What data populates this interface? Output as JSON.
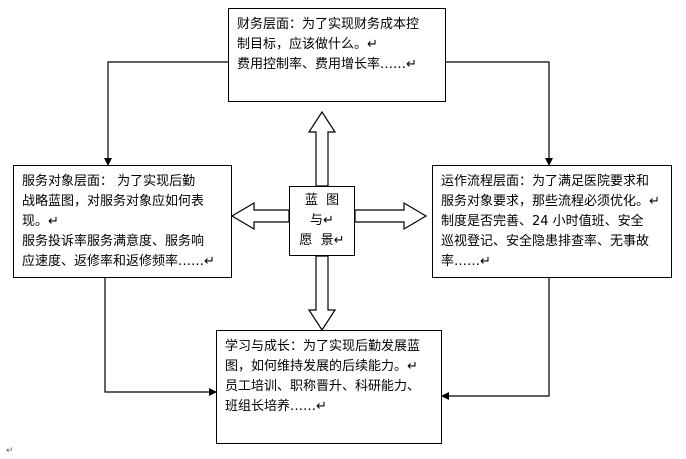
{
  "boxes": {
    "top": {
      "lines": [
        "财务层面：为了实现财务成本控",
        "制目标，应该做什么。↵",
        "费用控制率、费用增长率……↵"
      ]
    },
    "left": {
      "lines": [
        "服务对象层面：  为了实现后勤",
        "战略蓝图，对服务对象应如何表",
        "现。↵",
        "服务投诉率服务满意度、服务响",
        "应速度、返修率和返修频率……↵"
      ]
    },
    "right": {
      "lines": [
        "运作流程层面：为了满足医院要求和",
        "服务对象要求，那些流程必须优化。↵",
        "制度是否完善、24 小时值班、安全",
        "巡视登记、安全隐患排查率、无事故",
        "率……↵"
      ]
    },
    "bottom": {
      "lines": [
        "学习与成长：为了实现后勤发展蓝",
        "图，如何维持发展的后续能力。↵",
        "员工培训、职称晋升、科研能力、",
        "班组长培养……↵"
      ]
    },
    "center": {
      "lines": [
        "蓝  图",
        "与↵",
        "愿  景↵"
      ]
    }
  },
  "corner_mark": "↵"
}
